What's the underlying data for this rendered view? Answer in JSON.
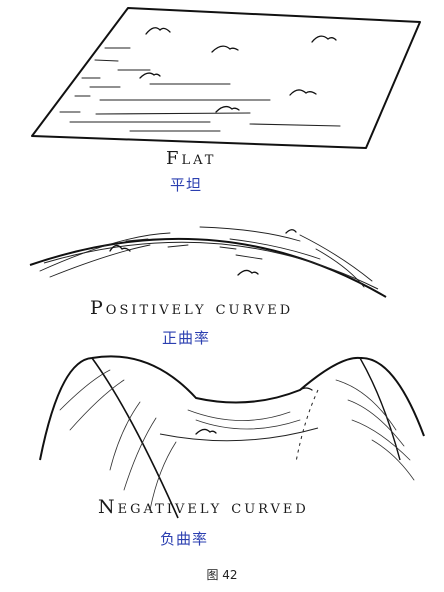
{
  "figure": {
    "flat": {
      "label_en": "Flat",
      "label_zh": "平坦"
    },
    "positive": {
      "label_en": "Positively curved",
      "label_zh": "正曲率"
    },
    "negative": {
      "label_en": "Negatively curved",
      "label_zh": "负曲率"
    },
    "caption": "图 42"
  }
}
